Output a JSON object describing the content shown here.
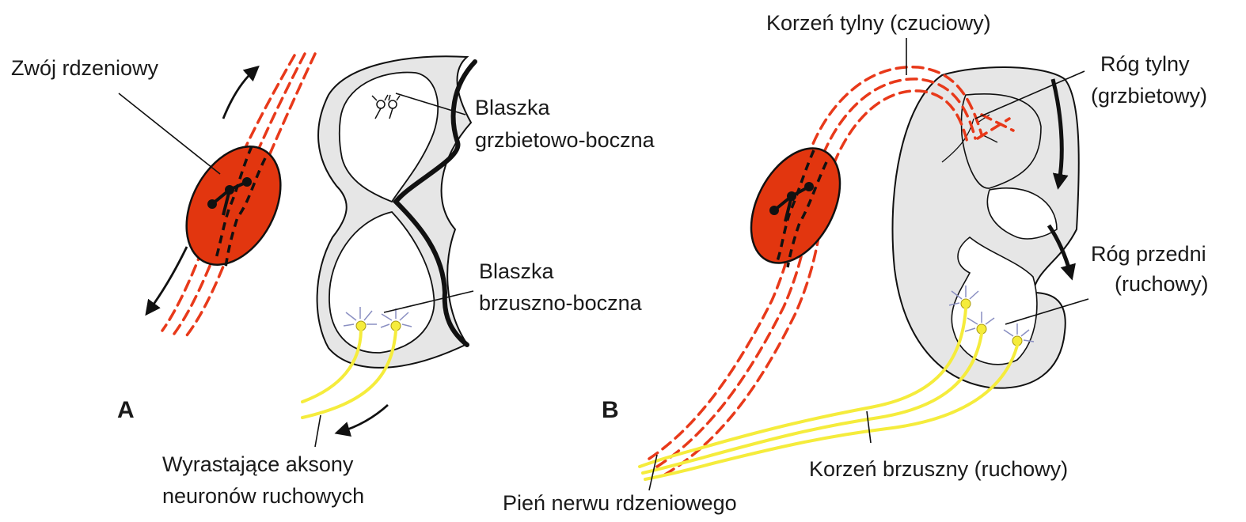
{
  "colors": {
    "gray_matter": "#e6e6e6",
    "ganglion": "#e2360f",
    "sensory_fiber": "#e8391a",
    "motor_axon": "#f5ec3c",
    "outline": "#111111",
    "neuron_dendrite": "#8a8fc2"
  },
  "panel_a": {
    "letter": "A",
    "spinal_ganglion": "Zwój rdzeniowy",
    "dorsolateral_plate_1": "Blaszka",
    "dorsolateral_plate_2": "grzbietowo-boczna",
    "ventrolateral_plate_1": "Blaszka",
    "ventrolateral_plate_2": "brzuszno-boczna",
    "growing_axons_1": "Wyrastające aksony",
    "growing_axons_2": "neuronów ruchowych"
  },
  "panel_b": {
    "letter": "B",
    "dorsal_root": "Korzeń tylny (czuciowy)",
    "dorsal_horn_1": "Róg tylny",
    "dorsal_horn_2": "(grzbietowy)",
    "ventral_horn_1": "Róg przedni",
    "ventral_horn_2": "(ruchowy)",
    "ventral_root": "Korzeń brzuszny (ruchowy)",
    "nerve_trunk": "Pień nerwu rdzeniowego"
  }
}
